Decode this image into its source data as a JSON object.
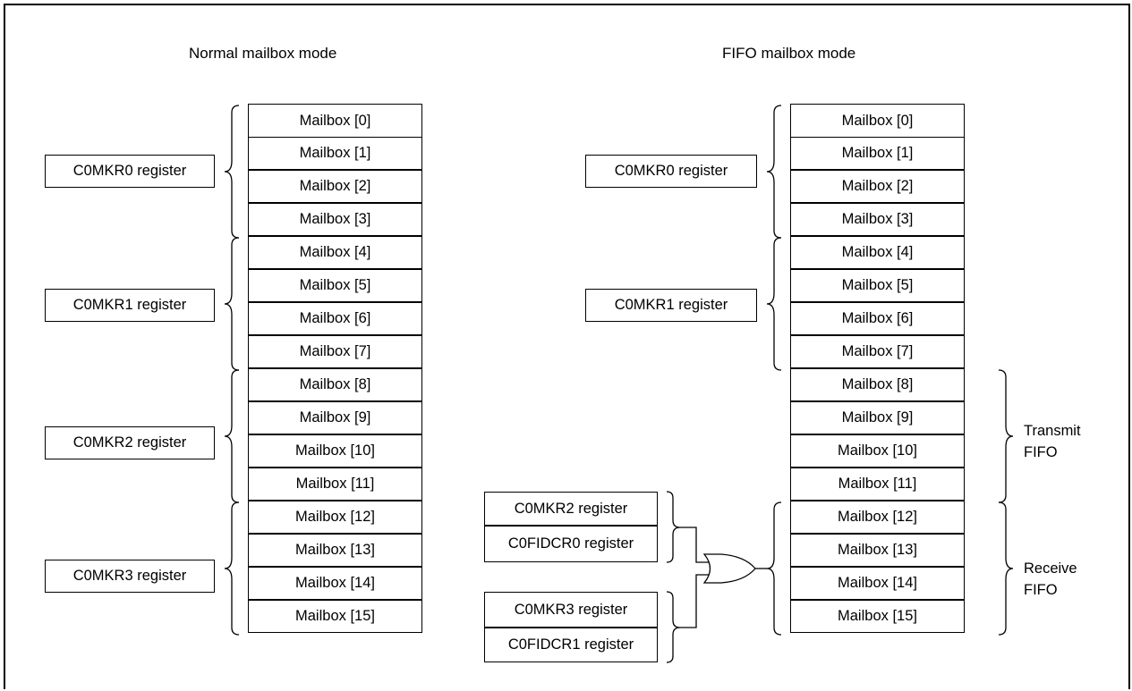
{
  "titles": {
    "normal": "Normal mailbox mode",
    "fifo": "FIFO mailbox mode"
  },
  "mailboxes": [
    "Mailbox [0]",
    "Mailbox [1]",
    "Mailbox [2]",
    "Mailbox [3]",
    "Mailbox [4]",
    "Mailbox [5]",
    "Mailbox [6]",
    "Mailbox [7]",
    "Mailbox [8]",
    "Mailbox [9]",
    "Mailbox [10]",
    "Mailbox [11]",
    "Mailbox [12]",
    "Mailbox [13]",
    "Mailbox [14]",
    "Mailbox [15]"
  ],
  "normal_registers": [
    "C0MKR0 register",
    "C0MKR1 register",
    "C0MKR2 register",
    "C0MKR3 register"
  ],
  "fifo_registers": {
    "mkr0": "C0MKR0 register",
    "mkr1": "C0MKR1 register",
    "mkr2": "C0MKR2 register",
    "fidcr0": "C0FIDCR0 register",
    "mkr3": "C0MKR3 register",
    "fidcr1": "C0FIDCR1 register"
  },
  "fifo_labels": {
    "transmit_line1": "Transmit",
    "transmit_line2": "FIFO",
    "receive_line1": "Receive",
    "receive_line2": "FIFO"
  }
}
